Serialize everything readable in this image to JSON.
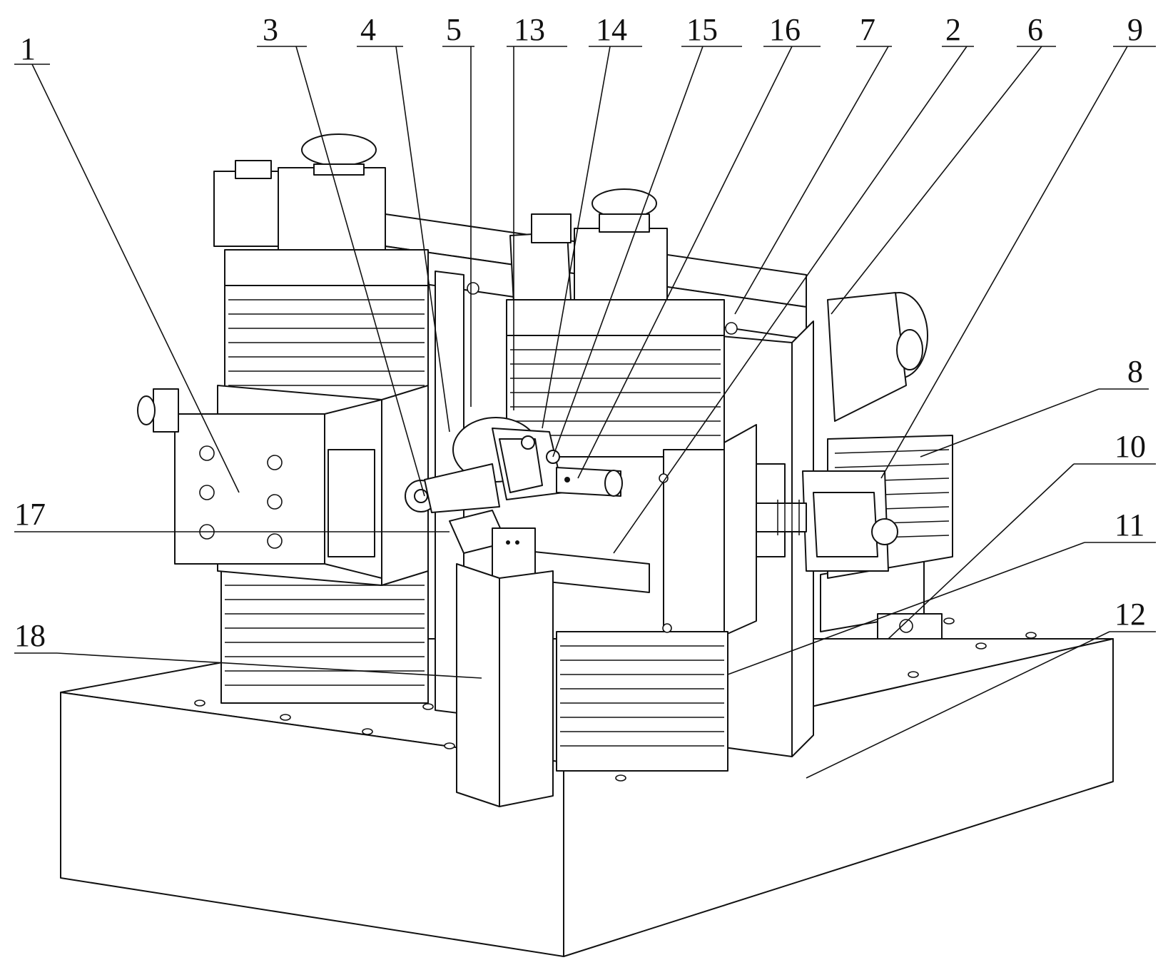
{
  "figure": {
    "callouts": [
      {
        "id": "1",
        "text": "1"
      },
      {
        "id": "2",
        "text": "2"
      },
      {
        "id": "3",
        "text": "3"
      },
      {
        "id": "4",
        "text": "4"
      },
      {
        "id": "5",
        "text": "5"
      },
      {
        "id": "6",
        "text": "6"
      },
      {
        "id": "7",
        "text": "7"
      },
      {
        "id": "8",
        "text": "8"
      },
      {
        "id": "9",
        "text": "9"
      },
      {
        "id": "10",
        "text": "10"
      },
      {
        "id": "11",
        "text": "11"
      },
      {
        "id": "12",
        "text": "12"
      },
      {
        "id": "13",
        "text": "13"
      },
      {
        "id": "14",
        "text": "14"
      },
      {
        "id": "15",
        "text": "15"
      },
      {
        "id": "16",
        "text": "16"
      },
      {
        "id": "17",
        "text": "17"
      },
      {
        "id": "18",
        "text": "18"
      }
    ]
  }
}
